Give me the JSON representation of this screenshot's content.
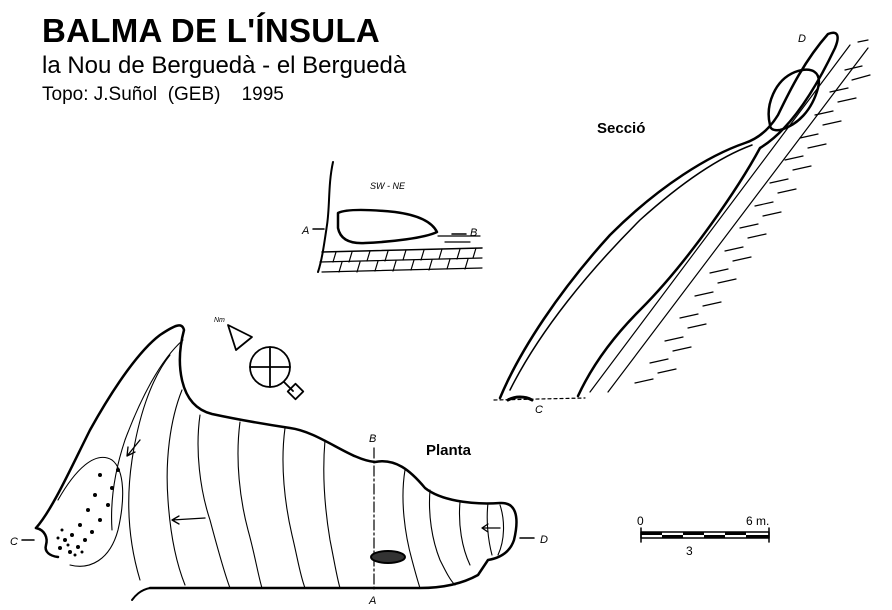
{
  "header": {
    "title": "BALMA DE L'ÍNSULA",
    "subtitle": "la Nou de Berguedà - el Berguedà",
    "credits": "Topo: J.Suñol  (GEB)    1995"
  },
  "views": {
    "section": "Secció",
    "plan": "Planta",
    "profile_orientation": "SW - NE"
  },
  "markers": {
    "a": "A",
    "b": "B",
    "c": "C",
    "d": "D"
  },
  "north": "Nm",
  "scale": {
    "start": "0",
    "end": "6 m.",
    "mid": "3"
  }
}
